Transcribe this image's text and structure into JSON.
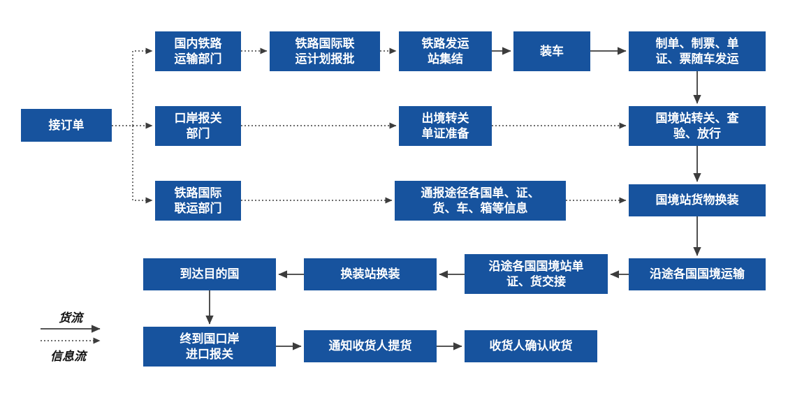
{
  "diagram": {
    "background_color": "#ffffff",
    "node_color": "#17539e",
    "node_text_color": "#ffffff",
    "arrow_color": "#3c3c3c",
    "nodes": {
      "receive_order": {
        "label": "接订单"
      },
      "domestic_rail": {
        "label": "国内铁路\n运输部门"
      },
      "plan_approval": {
        "label": "铁路国际联\n运计划报批"
      },
      "dispatch_assembly": {
        "label": "铁路发运\n站集结"
      },
      "loading": {
        "label": "装车"
      },
      "docs_shipping": {
        "label": "制单、制票、单\n证、票随车发运"
      },
      "port_customs": {
        "label": "口岸报关\n部门"
      },
      "exit_docs": {
        "label": "出境转关\n单证准备"
      },
      "border_clearance": {
        "label": "国境站转关、查\n验、放行"
      },
      "intl_rail": {
        "label": "铁路国际\n联运部门"
      },
      "notify_info": {
        "label": "通报途径各国单、证、\n货、车、箱等信息"
      },
      "cargo_reload": {
        "label": "国境站货物换装"
      },
      "arrive_dest": {
        "label": "到达目的国"
      },
      "reload_station": {
        "label": "换装站换装"
      },
      "handover": {
        "label": "沿途各国国境站单\n证、货交接"
      },
      "border_transport": {
        "label": "沿途各国国境运输"
      },
      "import_customs": {
        "label": "终到国口岸\n进口报关"
      },
      "notify_consignee": {
        "label": "通知收货人提货"
      },
      "confirm_receipt": {
        "label": "收货人确认收货"
      }
    },
    "legend": {
      "cargo_flow_label": "货流",
      "info_flow_label": "信息流"
    },
    "edges": [
      {
        "from": "receive_order",
        "to": "domestic_rail",
        "style": "dotted"
      },
      {
        "from": "receive_order",
        "to": "port_customs",
        "style": "dotted"
      },
      {
        "from": "receive_order",
        "to": "intl_rail",
        "style": "dotted"
      },
      {
        "from": "domestic_rail",
        "to": "plan_approval",
        "style": "dotted"
      },
      {
        "from": "plan_approval",
        "to": "dispatch_assembly",
        "style": "dotted"
      },
      {
        "from": "dispatch_assembly",
        "to": "loading",
        "style": "solid"
      },
      {
        "from": "loading",
        "to": "docs_shipping",
        "style": "solid"
      },
      {
        "from": "docs_shipping",
        "to": "border_clearance",
        "style": "solid"
      },
      {
        "from": "port_customs",
        "to": "exit_docs",
        "style": "dotted"
      },
      {
        "from": "exit_docs",
        "to": "border_clearance",
        "style": "dotted"
      },
      {
        "from": "border_clearance",
        "to": "cargo_reload",
        "style": "solid"
      },
      {
        "from": "intl_rail",
        "to": "notify_info",
        "style": "dotted"
      },
      {
        "from": "notify_info",
        "to": "cargo_reload",
        "style": "dotted"
      },
      {
        "from": "cargo_reload",
        "to": "border_transport",
        "style": "solid"
      },
      {
        "from": "border_transport",
        "to": "handover",
        "style": "solid"
      },
      {
        "from": "handover",
        "to": "reload_station",
        "style": "solid"
      },
      {
        "from": "reload_station",
        "to": "arrive_dest",
        "style": "solid"
      },
      {
        "from": "arrive_dest",
        "to": "import_customs",
        "style": "solid"
      },
      {
        "from": "import_customs",
        "to": "notify_consignee",
        "style": "solid"
      },
      {
        "from": "notify_consignee",
        "to": "confirm_receipt",
        "style": "solid"
      }
    ]
  }
}
